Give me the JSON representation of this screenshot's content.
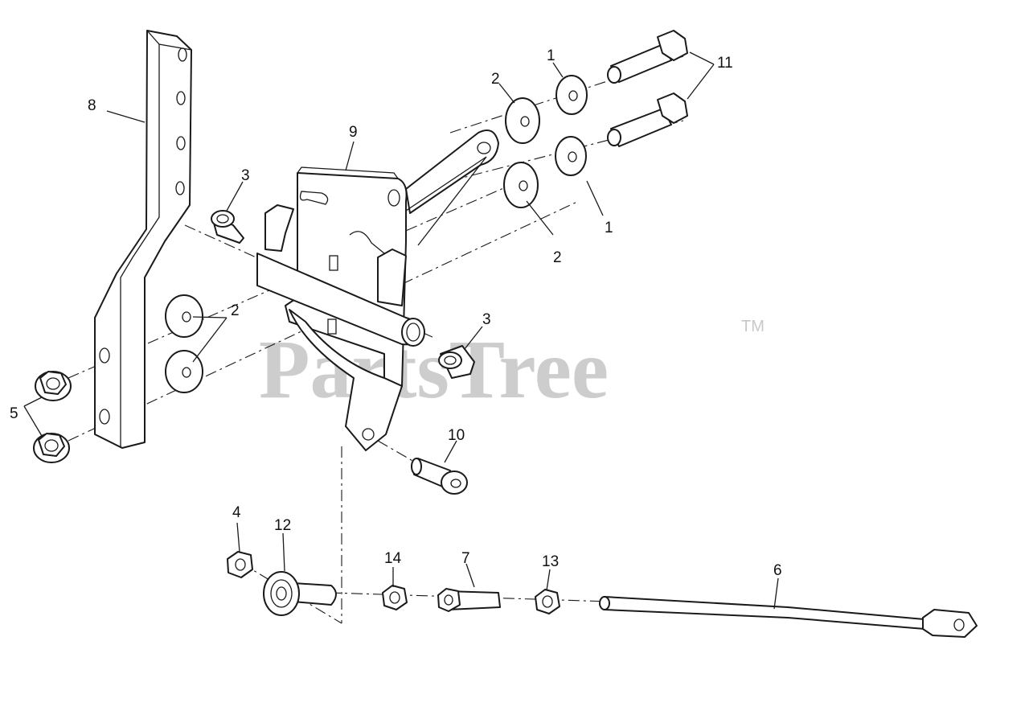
{
  "watermark": {
    "brand": "PartsTree",
    "trademark": "TM"
  },
  "callouts": {
    "c1a": "1",
    "c1b": "1",
    "c2a": "2",
    "c2b": "2",
    "c2c": "2",
    "c3a": "3",
    "c3b": "3",
    "c4": "4",
    "c5": "5",
    "c6": "6",
    "c7": "7",
    "c8": "8",
    "c9": "9",
    "c10": "10",
    "c11": "11",
    "c12": "12",
    "c13": "13",
    "c14": "14"
  }
}
